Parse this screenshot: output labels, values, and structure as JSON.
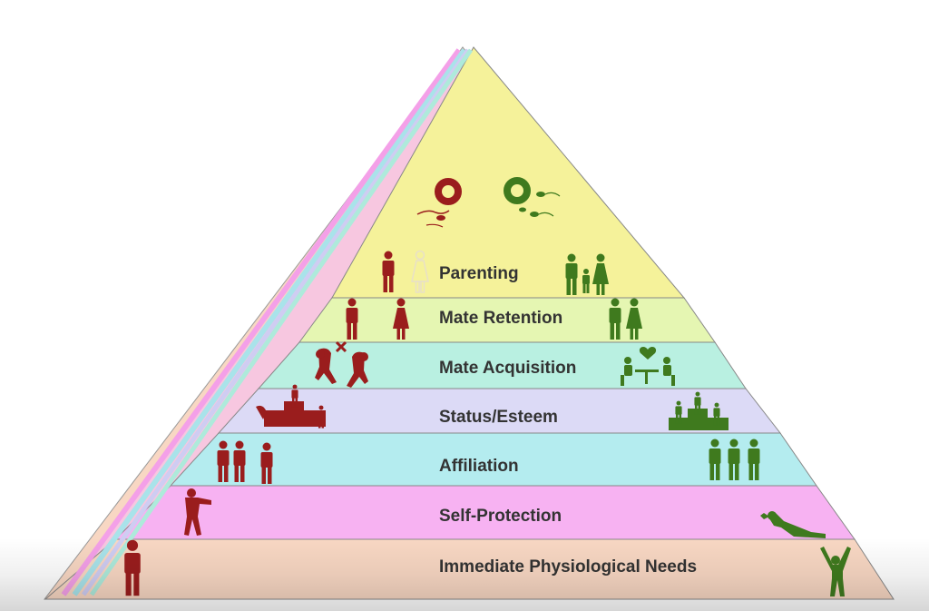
{
  "levels": [
    {
      "label": "Immediate Physiological Needs",
      "color": "#f8d7c3"
    },
    {
      "label": "Self-Protection",
      "color": "#f7b2f2"
    },
    {
      "label": "Affiliation",
      "color": "#b4ecef"
    },
    {
      "label": "Status/Esteem",
      "color": "#dcdaf6"
    },
    {
      "label": "Mate Acquisition",
      "color": "#b9f0e1"
    },
    {
      "label": "Mate Retention",
      "color": "#e5f6b2"
    },
    {
      "label": "Parenting",
      "color": "#f5f29a"
    }
  ],
  "colors": {
    "icon_red": "#9a1d1d",
    "icon_green": "#3f7a1e",
    "label_text": "#333333",
    "outline": "#888888"
  }
}
